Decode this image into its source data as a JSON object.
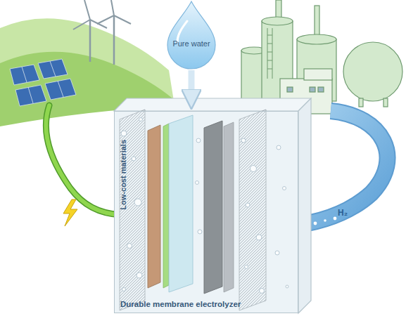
{
  "diagram": {
    "nodes": [
      {
        "text": [
          "Pure water"
        ]
      },
      {
        "text": [
          "Low-cost materials",
          "Durable membrane electrolyzer"
        ]
      }
    ],
    "edges": [
      {
        "from": 0,
        "to": 1,
        "arrow": "to"
      }
    ],
    "labels": [
      "H₂"
    ]
  }
}
